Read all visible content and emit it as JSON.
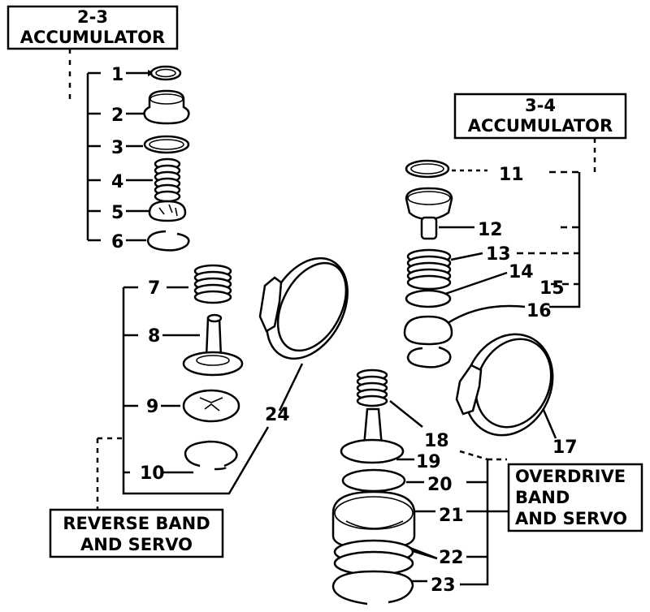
{
  "labels": {
    "acc23": [
      "2-3",
      "ACCUMULATOR"
    ],
    "acc34": [
      "3-4",
      "ACCUMULATOR"
    ],
    "reverse": [
      "REVERSE BAND",
      "AND SERVO"
    ],
    "overdrive": [
      "OVERDRIVE",
      "BAND",
      "AND SERVO"
    ]
  },
  "parts": {
    "p1": "1",
    "p2": "2",
    "p3": "3",
    "p4": "4",
    "p5": "5",
    "p6": "6",
    "p7": "7",
    "p8": "8",
    "p9": "9",
    "p10": "10",
    "p11": "11",
    "p12": "12",
    "p13": "13",
    "p14": "14",
    "p15": "15",
    "p16": "16",
    "p17": "17",
    "p18": "18",
    "p19": "19",
    "p20": "20",
    "p21": "21",
    "p22": "22",
    "p23": "23",
    "p24": "24"
  },
  "colors": {
    "ink": "#000000",
    "paper": "#ffffff"
  }
}
